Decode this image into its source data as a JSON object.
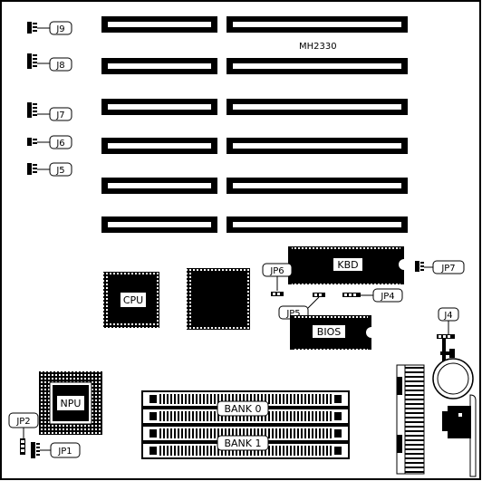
{
  "board": {
    "model": "MH2330",
    "colors": {
      "ink": "#000000",
      "paper": "#ffffff"
    }
  },
  "labels": {
    "j9": "J9",
    "j8": "J8",
    "j7": "J7",
    "j6": "J6",
    "j5": "J5",
    "j4": "J4",
    "jp1": "JP1",
    "jp2": "JP2",
    "jp4": "JP4",
    "jp5": "JP5",
    "jp6": "JP6",
    "jp7": "JP7",
    "cpu": "CPU",
    "npu": "NPU",
    "kbd": "KBD",
    "bios": "BIOS",
    "bank0": "BANK 0",
    "bank1": "BANK 1"
  }
}
